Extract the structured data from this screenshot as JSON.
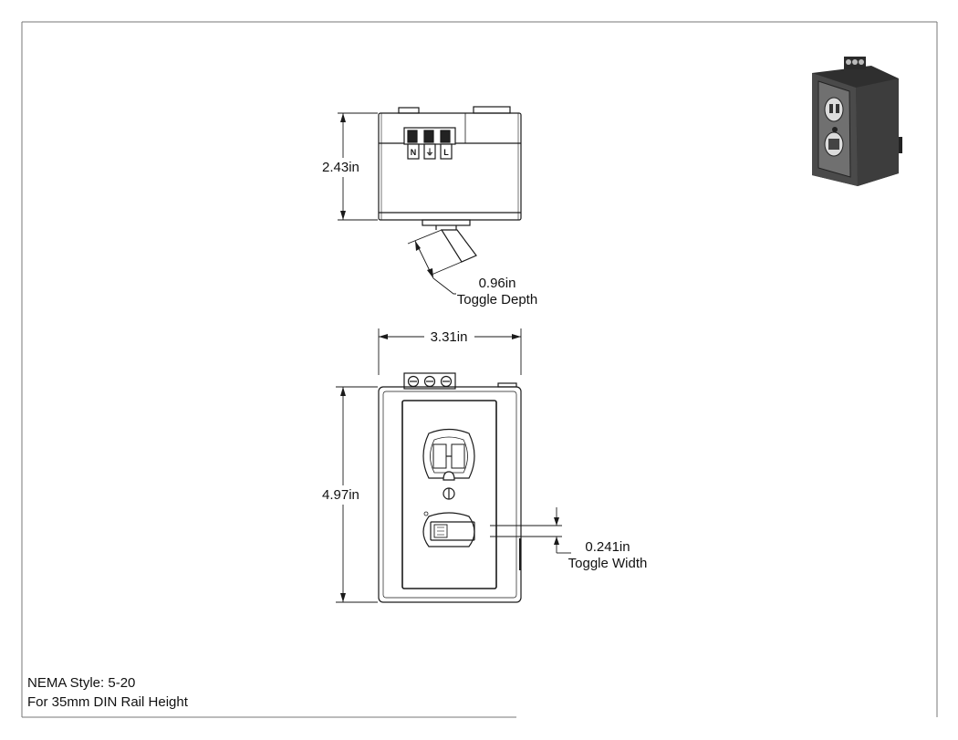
{
  "dimensions": {
    "top_height": "2.43in",
    "toggle_depth_value": "0.96in",
    "toggle_depth_label": "Toggle Depth",
    "front_width": "3.31in",
    "front_height": "4.97in",
    "toggle_width_value": "0.241in",
    "toggle_width_label": "Toggle Width"
  },
  "terminals": [
    "N",
    "⏚",
    "L"
  ],
  "notes": {
    "line1": "NEMA Style: 5-20",
    "line2": "For 35mm DIN Rail Height"
  },
  "colors": {
    "line": "#1a1a1a",
    "iso_body": "#3a3a3a",
    "iso_face": "#6a6a6a"
  }
}
